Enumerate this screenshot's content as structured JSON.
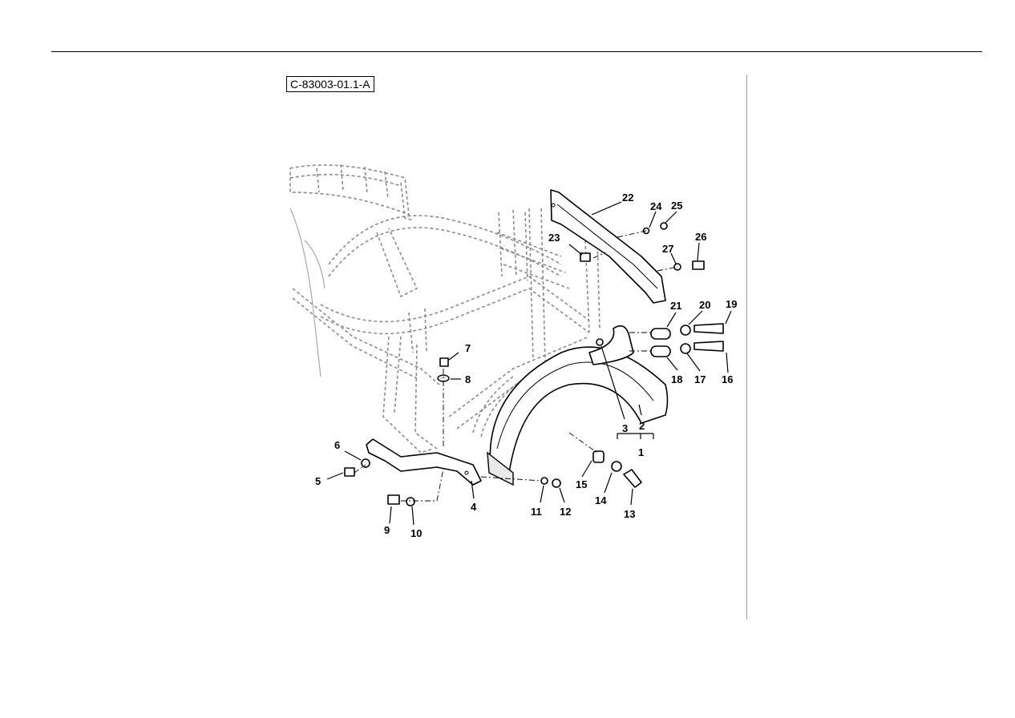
{
  "figure": {
    "label": "C-83003-01.1-A"
  },
  "callouts": {
    "c1": "1",
    "c2": "2",
    "c3": "3",
    "c4": "4",
    "c5": "5",
    "c6": "6",
    "c7": "7",
    "c8": "8",
    "c9": "9",
    "c10": "10",
    "c11": "11",
    "c12": "12",
    "c13": "13",
    "c14": "14",
    "c15": "15",
    "c16": "16",
    "c17": "17",
    "c18": "18",
    "c19": "19",
    "c20": "20",
    "c21": "21",
    "c22": "22",
    "c23": "23",
    "c24": "24",
    "c25": "25",
    "c26": "26",
    "c27": "27"
  }
}
